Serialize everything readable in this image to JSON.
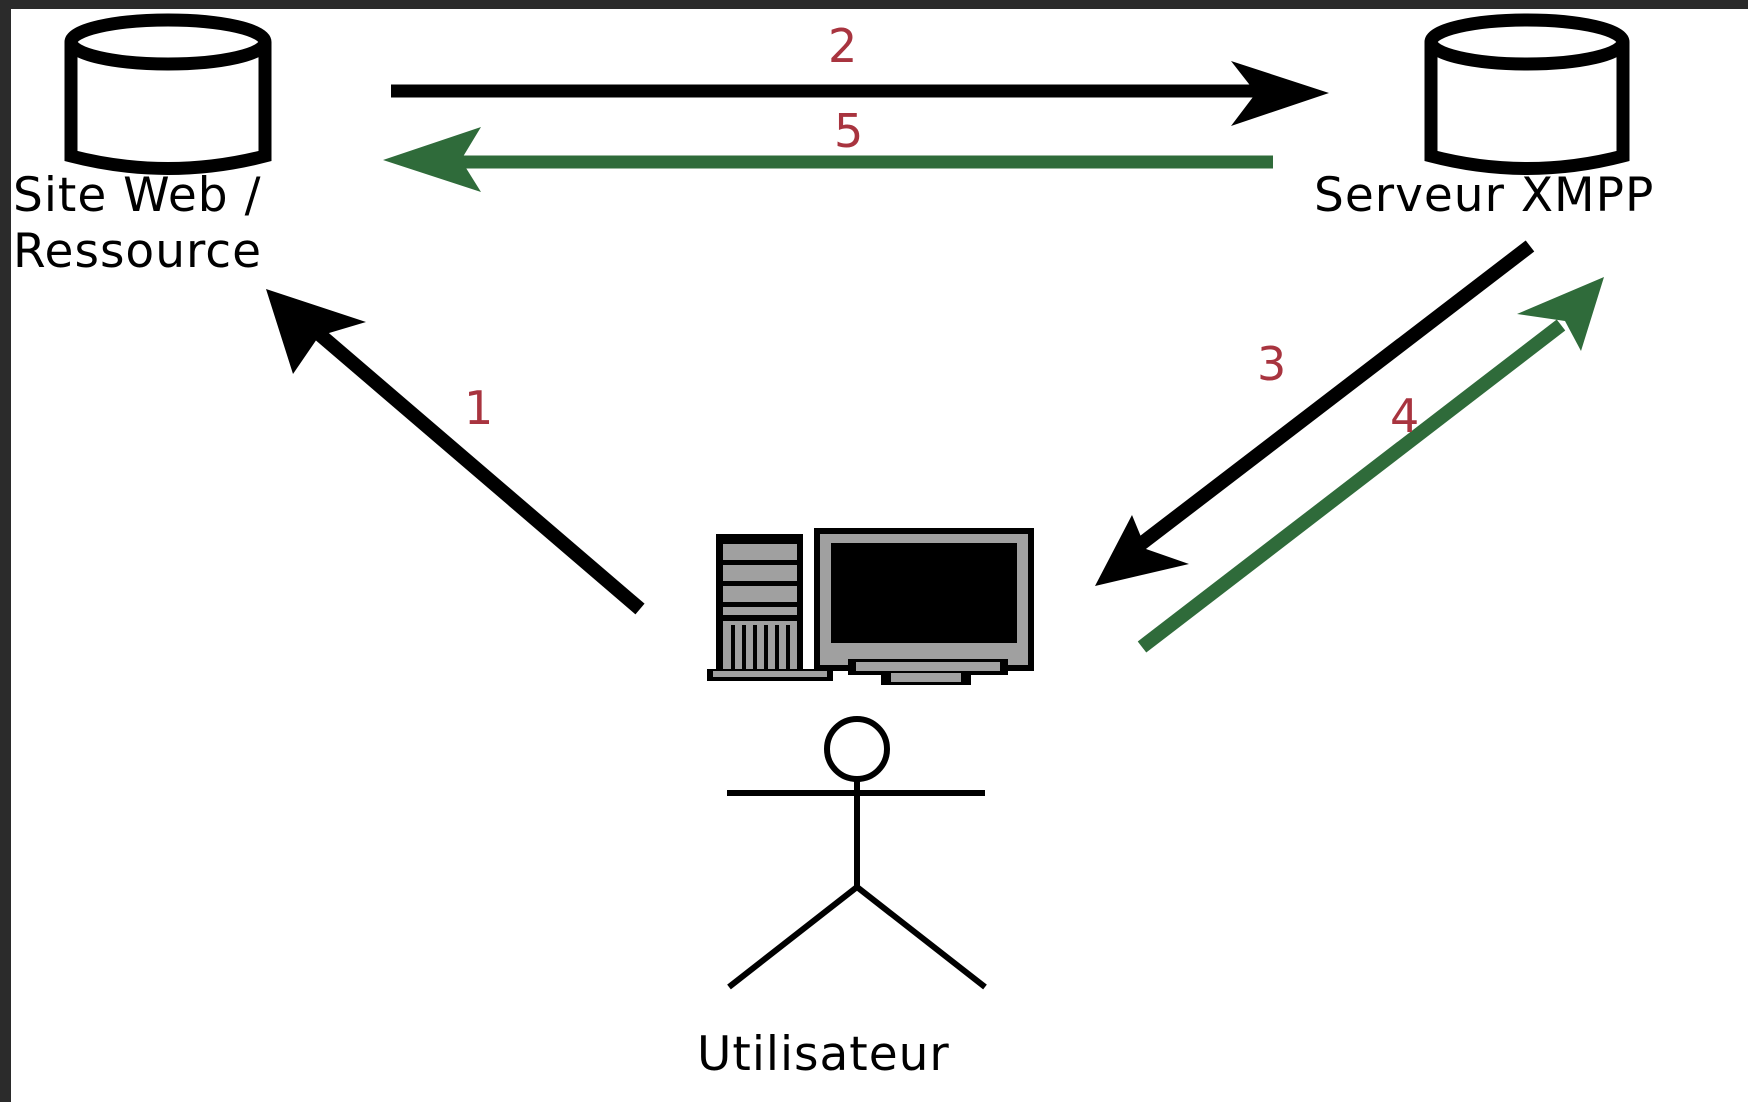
{
  "nodes": {
    "website": {
      "line1": "Site Web /",
      "line2": "Ressource"
    },
    "xmpp_server": {
      "label": "Serveur XMPP"
    },
    "user": {
      "label": "Utilisateur"
    }
  },
  "arrows": {
    "a1": {
      "number": "1"
    },
    "a2": {
      "number": "2"
    },
    "a3": {
      "number": "3"
    },
    "a4": {
      "number": "4"
    },
    "a5": {
      "number": "5"
    }
  },
  "colors": {
    "request": "#000000",
    "response": "#2f6b3a",
    "step_number": "#a8343f",
    "frame": "#2b2b2b",
    "background": "#ffffff"
  }
}
